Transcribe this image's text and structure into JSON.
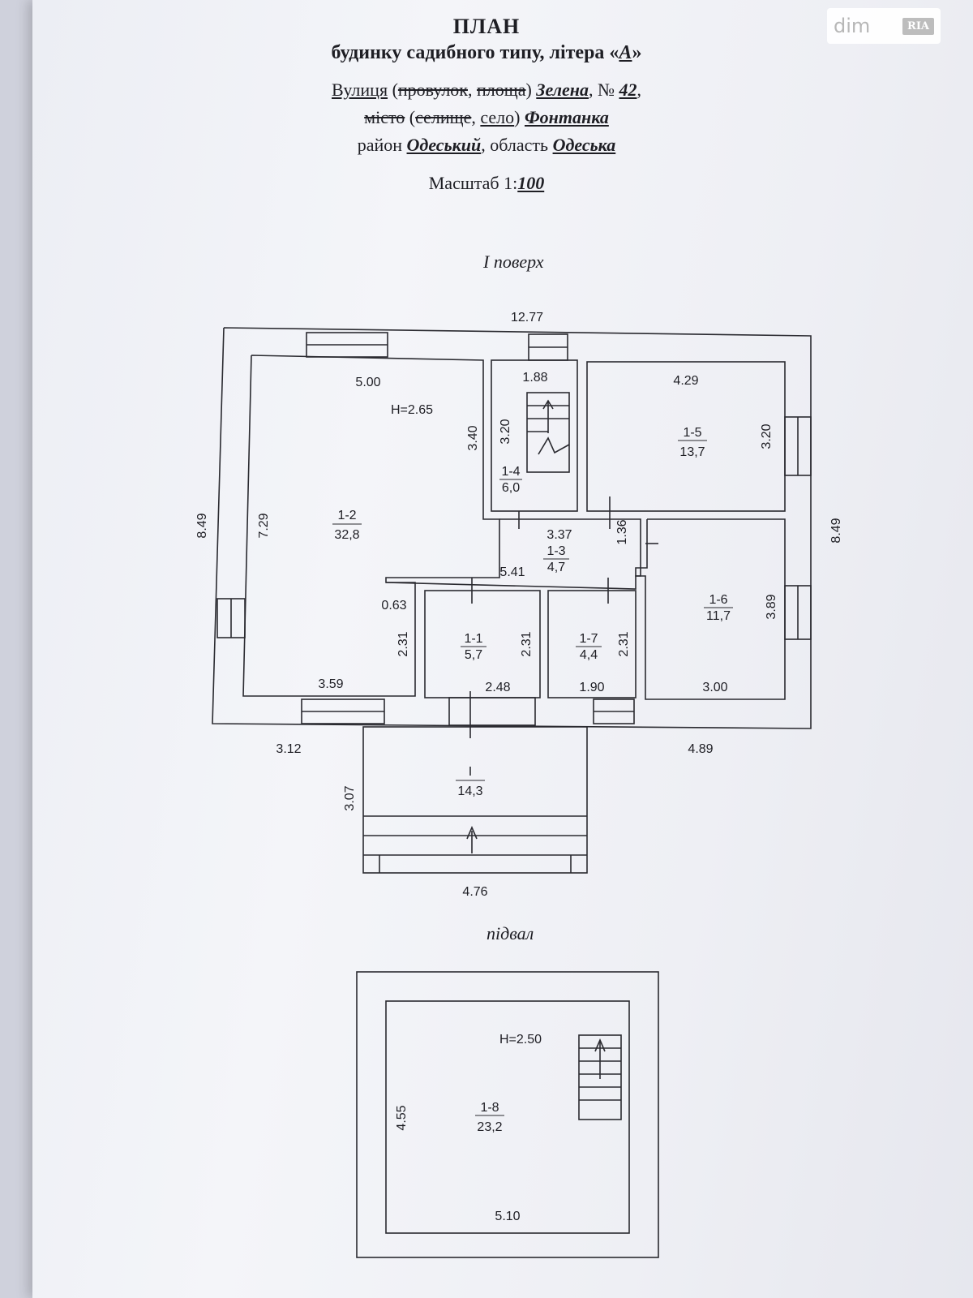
{
  "watermark": {
    "brand": "dim",
    "badge": "RIA"
  },
  "header": {
    "title": "ПЛАН",
    "subtitle_pre": "будинку садибного типу, літера «",
    "litera": "А",
    "subtitle_post": "»",
    "street_label": "Вулиця",
    "street_alt_open": "(",
    "street_alt1": "провулок",
    "street_alt_sep": ",",
    "street_alt2": "площа",
    "street_alt_close": ")",
    "street_name": "Зелена",
    "number_label": ", №",
    "number": "42",
    "number_comma": ",",
    "locality_struck": "місто",
    "locality_alt_open": "(",
    "locality_alt1": "селище",
    "locality_sep": ",",
    "locality_alt2": "село",
    "locality_alt_close": ")",
    "locality_name": "Фонтанка",
    "district_label": "район",
    "district_name": "Одеський",
    "region_label": ", область",
    "region_name": "Одеська",
    "scale_label": "Масштаб 1:",
    "scale_value": "100"
  },
  "floors": {
    "first_label": "І поверх",
    "basement_label": "підвал"
  },
  "first_floor": {
    "overall_width": "12.77",
    "left_depth": "8.49",
    "right_depth": "8.49",
    "bottom_left": "3.12",
    "bottom_right": "4.89",
    "ceiling_height": "H=2.65",
    "rooms": [
      {
        "id": "1-2",
        "area": "32,8"
      },
      {
        "id": "1-4",
        "area": "6,0"
      },
      {
        "id": "1-5",
        "area": "13,7"
      },
      {
        "id": "1-3",
        "area": "4,7"
      },
      {
        "id": "1-6",
        "area": "11,7"
      },
      {
        "id": "1-1",
        "area": "5,7"
      },
      {
        "id": "1-7",
        "area": "4,4"
      }
    ],
    "dims": {
      "r12_top": "5.00",
      "r12_left": "7.29",
      "r12_right": "3.40",
      "r12_bottom": "3.59",
      "r12_step": "0.63",
      "r12_lower_right": "2.31",
      "r14_top": "1.88",
      "r14_side": "3.20",
      "r15_top": "4.29",
      "r15_side": "3.20",
      "r13_top": "3.37",
      "r13_side": "1.36",
      "r13_bottom": "5.41",
      "r16_side": "3.89",
      "r16_bottom": "3.00",
      "r11_side": "2.31",
      "r11_bottom": "2.48",
      "r17_side": "2.31",
      "r17_bottom": "1.90"
    },
    "porch": {
      "id": "I",
      "area": "14,3",
      "depth": "3.07",
      "width": "4.76"
    }
  },
  "basement": {
    "ceiling_height": "H=2.50",
    "room": {
      "id": "1-8",
      "area": "23,2"
    },
    "side": "4.55",
    "bottom": "5.10"
  }
}
